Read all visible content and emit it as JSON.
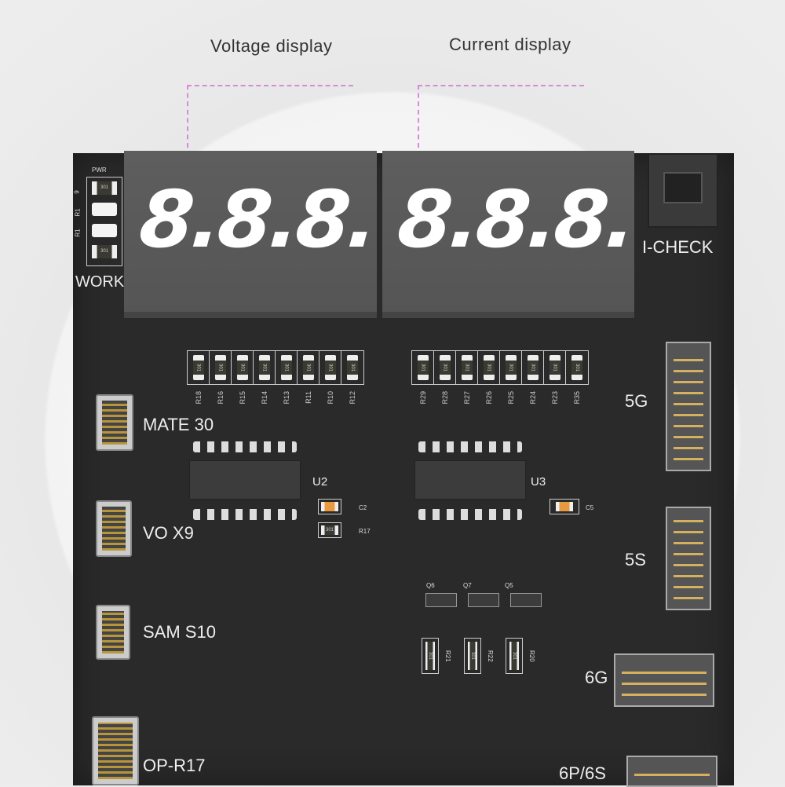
{
  "callouts": {
    "voltage": "Voltage display",
    "current": "Current display"
  },
  "displays": {
    "voltage": "8.8.8.",
    "current": "8.8.8."
  },
  "left_panel": {
    "pwr": "PWR",
    "work": "WORK",
    "r_labels": [
      "9",
      "R1",
      "R1"
    ],
    "chip_value": "301"
  },
  "i_check": "I-CHECK",
  "resistor_value": "301",
  "resistors_left": [
    "R18",
    "R16",
    "R15",
    "R14",
    "R13",
    "R11",
    "R10",
    "R12"
  ],
  "resistors_right": [
    "R29",
    "R28",
    "R27",
    "R26",
    "R25",
    "R24",
    "R23",
    "R35"
  ],
  "ics": {
    "u2": "U2",
    "u3": "U3"
  },
  "caps": {
    "c2": "C2",
    "c5": "C5",
    "r17": "R17"
  },
  "transistors": [
    "Q6",
    "Q7",
    "Q5"
  ],
  "bottom_resistors": [
    "R21",
    "R22",
    "R20"
  ],
  "connectors_left": [
    "MATE 30",
    "VO X9",
    "SAM S10",
    "OP-R17"
  ],
  "connectors_right": [
    "5G",
    "5S",
    "6G",
    "6P/6S"
  ]
}
